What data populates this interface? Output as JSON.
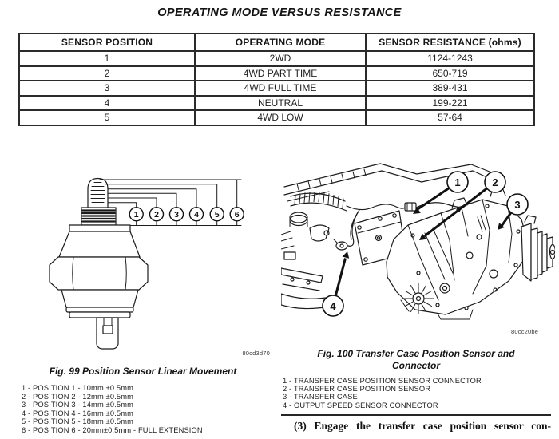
{
  "page": {
    "title": "OPERATING MODE VERSUS RESISTANCE"
  },
  "table": {
    "headers": [
      "SENSOR POSITION",
      "OPERATING MODE",
      "SENSOR RESISTANCE (ohms)"
    ],
    "rows": [
      [
        "1",
        "2WD",
        "1124-1243"
      ],
      [
        "2",
        "4WD PART TIME",
        "650-719"
      ],
      [
        "3",
        "4WD FULL TIME",
        "389-431"
      ],
      [
        "4",
        "NEUTRAL",
        "199-221"
      ],
      [
        "5",
        "4WD LOW",
        "57-64"
      ]
    ]
  },
  "fig99": {
    "caption": "Fig. 99 Position Sensor Linear Movement",
    "code": "80cd3d70",
    "callouts": [
      "1",
      "2",
      "3",
      "4",
      "5",
      "6"
    ],
    "legend": [
      "1 - POSITION 1 - 10mm ±0.5mm",
      "2 - POSITION 2 - 12mm ±0.5mm",
      "3 - POSITION 3 - 14mm ±0.5mm",
      "4 - POSITION 4 - 16mm ±0.5mm",
      "5 - POSITION 5 - 18mm ±0.5mm",
      "6 - POSITION 6 - 20mm±0.5mm - FULL EXTENSION"
    ]
  },
  "fig100": {
    "caption_line1": "Fig. 100 Transfer Case Position Sensor and",
    "caption_line2": "Connector",
    "code": "80cc20be",
    "callouts": [
      "1",
      "2",
      "3",
      "4"
    ],
    "legend": [
      "1 - TRANSFER CASE POSITION SENSOR CONNECTOR",
      "2 - TRANSFER CASE POSITION SENSOR",
      "3 - TRANSFER CASE",
      "4 - OUTPUT SPEED SENSOR CONNECTOR"
    ]
  },
  "body_text": {
    "step3": "(3) Engage the transfer case position sensor con-"
  }
}
